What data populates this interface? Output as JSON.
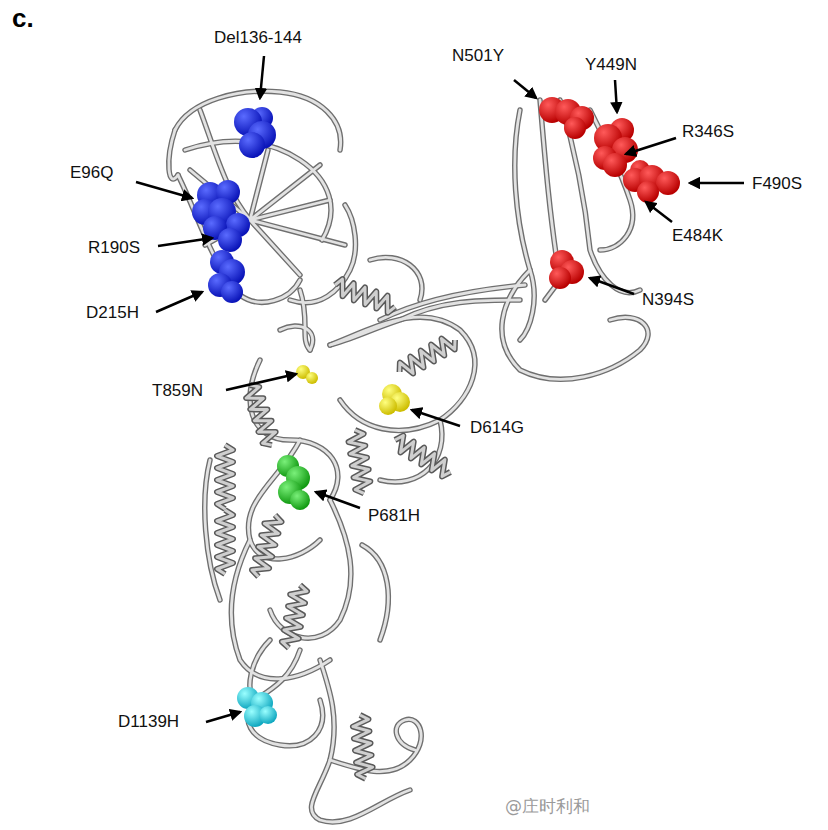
{
  "diagram": {
    "labels": [
      "c.",
      "Del136-144",
      "E96Q",
      "R190S",
      "D215H",
      "N501Y",
      "Y449N",
      "R346S",
      "F490S",
      "E484K",
      "N394S",
      "T859N",
      "D614G",
      "P681H",
      "D1139H",
      "@庄时利和"
    ]
  }
}
